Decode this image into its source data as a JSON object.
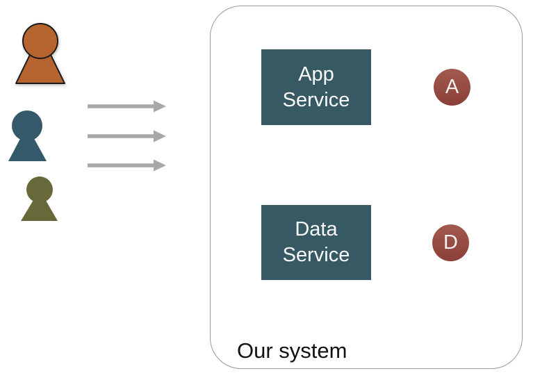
{
  "diagram_title": "Our system",
  "actors": [
    {
      "name": "user-orange",
      "color": "#b5642f",
      "outline": "#1a1a1a"
    },
    {
      "name": "user-teal",
      "color": "#34596a",
      "outline": null
    },
    {
      "name": "user-olive",
      "color": "#67693a",
      "outline": null
    }
  ],
  "arrows": {
    "count": 3,
    "direction": "right",
    "color": "#a8a8a8"
  },
  "system": {
    "label": "Our system",
    "border_color": "#999999",
    "services": [
      {
        "name": "app-service",
        "line1": "App",
        "line2": "Service",
        "badge": "A"
      },
      {
        "name": "data-service",
        "line1": "Data",
        "line2": "Service",
        "badge": "D"
      }
    ],
    "service_box_color": "#375963",
    "service_text_color": "#fafafa",
    "badge_color_top": "#a25a50",
    "badge_color_bottom": "#8a3f37"
  }
}
